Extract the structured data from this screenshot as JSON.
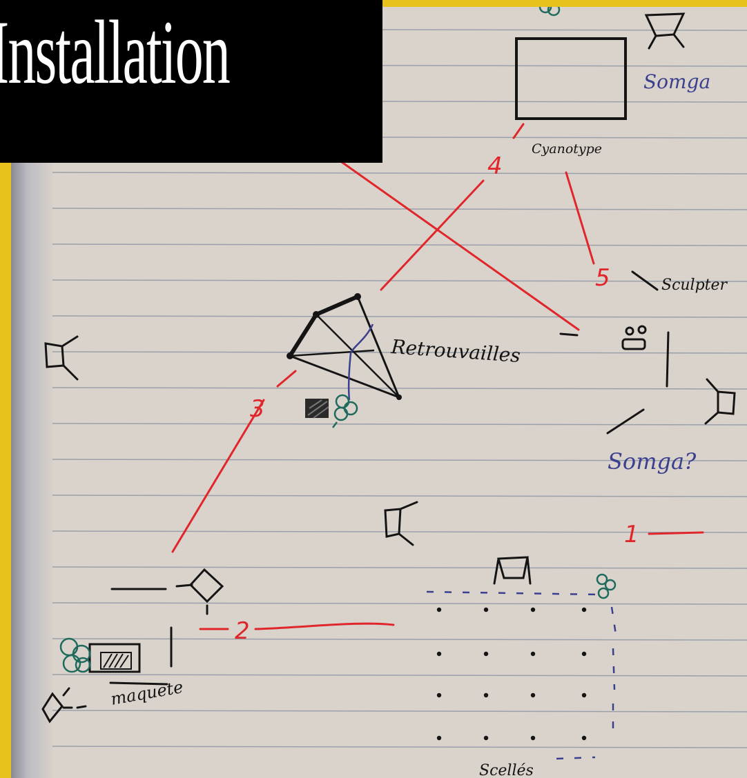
{
  "title": "Installation",
  "labels": {
    "somga_top": "Somga",
    "cyanotype": "Cyanotype",
    "retrouvailles": "Retrouvailles",
    "sculpter": "Sculpter",
    "somga_question": "Somga?",
    "maquette": "maquete",
    "scelles": "Scellés"
  },
  "route_numbers": [
    "1",
    "2",
    "3",
    "4",
    "5"
  ],
  "colors": {
    "frame_yellow": "#e8c21c",
    "title_bg": "#000000",
    "paper": "#d9d2cb",
    "rule_line": "#9a9fa8",
    "route_red": "#e0262b",
    "ink_blue": "#3a3f8e",
    "ink_black": "#141414",
    "ink_teal": "#1e6a5c"
  },
  "icons": [
    "chair-icon",
    "flower-icon",
    "hatched-box-icon",
    "face-icon",
    "diamond-icon"
  ]
}
